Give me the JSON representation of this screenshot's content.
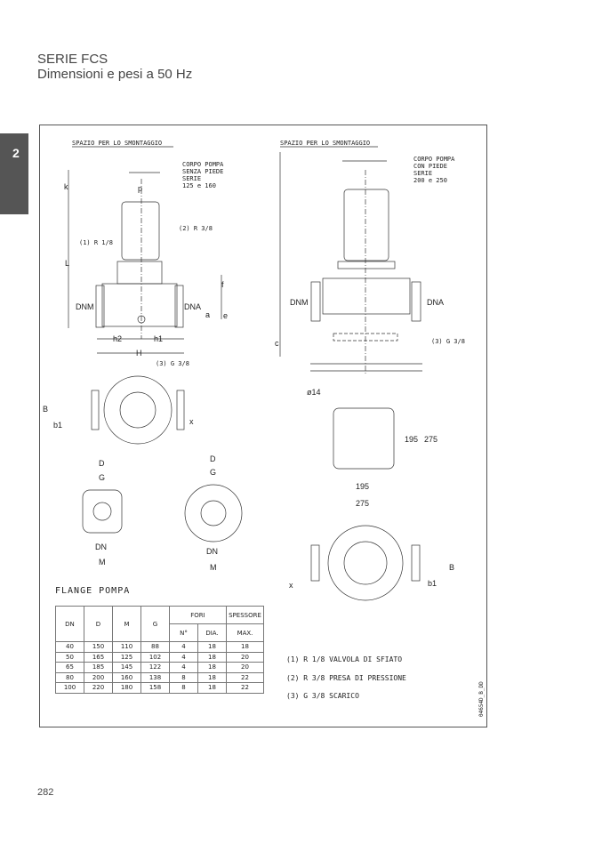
{
  "header": {
    "series": "SERIE FCS",
    "subtitle": "Dimensioni e pesi a 50 Hz"
  },
  "section_tab": "2",
  "drawing_left": {
    "space_label": "SPAZIO PER LO SMONTAGGIO",
    "body_note": [
      "CORPO POMPA",
      "SENZA PIEDE",
      "SERIE",
      "125 e 160"
    ],
    "labels": {
      "k": "k",
      "p": "p",
      "L": "L",
      "f": "f",
      "a": "a",
      "e": "e",
      "DNM": "DNM",
      "DNA": "DNA",
      "h1": "h1",
      "h2": "h2",
      "H": "H",
      "B": "B",
      "b1": "b1",
      "x": "x"
    },
    "callouts": [
      "(1) R 1/8",
      "(2) R 3/8",
      "(3) G 3/8"
    ]
  },
  "drawing_right": {
    "space_label": "SPAZIO PER LO SMONTAGGIO",
    "body_note": [
      "CORPO POMPA",
      "CON PIEDE",
      "SERIE",
      "200 e 250"
    ],
    "labels": {
      "c": "c"
    },
    "foot": {
      "hole": "ø14",
      "inner": "195",
      "outer": "275"
    }
  },
  "flanges": {
    "title": "FLANGE POMPA",
    "labels": {
      "D": "D",
      "G": "G",
      "DN": "DN",
      "M": "M"
    },
    "headers": {
      "dn": "DN",
      "d": "D",
      "m": "M",
      "g": "G",
      "fori": "FORI",
      "n": "N°",
      "dia": "DIA.",
      "spessore": "SPESSORE",
      "max": "MAX."
    },
    "rows": [
      [
        "40",
        "150",
        "110",
        "88",
        "4",
        "18",
        "18"
      ],
      [
        "50",
        "165",
        "125",
        "102",
        "4",
        "18",
        "20"
      ],
      [
        "65",
        "185",
        "145",
        "122",
        "4",
        "18",
        "20"
      ],
      [
        "80",
        "200",
        "160",
        "138",
        "8",
        "18",
        "22"
      ],
      [
        "100",
        "220",
        "180",
        "158",
        "8",
        "18",
        "22"
      ]
    ]
  },
  "legend": [
    "(1) R 1/8   VALVOLA DI SFIATO",
    "(2) R 3/8   PRESA DI PRESSIONE",
    "(3) G 3/8   SCARICO"
  ],
  "drawing_code": "04654D_B_DD",
  "page_number": "282"
}
